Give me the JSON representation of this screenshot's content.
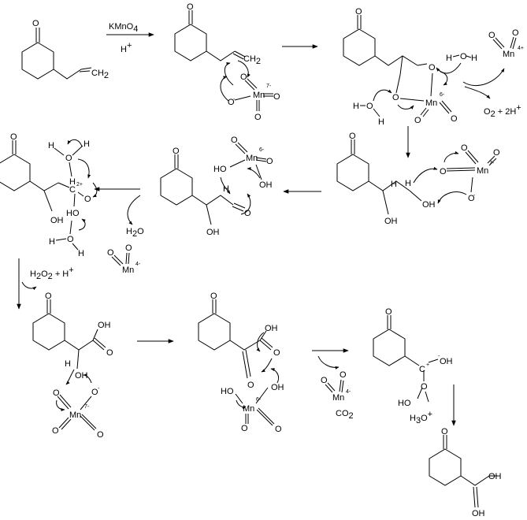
{
  "reagents": {
    "oxidant": "KMnO",
    "oxidant_sub": "4",
    "acid": "H",
    "acid_sup": "+"
  },
  "atoms": {
    "O": "O",
    "Mn": "Mn",
    "OH": "OH",
    "H": "H",
    "HO": "HO",
    "CH2": "CH",
    "CH2_sub": "2",
    "H2": "H",
    "C": "C"
  },
  "charges": {
    "mn7": "7-",
    "mn6": "6-",
    "mn4": "4-",
    "mn4plus": "4+",
    "c2plus": "2+",
    "cplus": "+",
    "minus": "-"
  },
  "byproducts": {
    "o2_2h": "O",
    "o2_2h_sub": "2",
    "o2_2h_rest": " + 2H",
    "o2_2h_sup": "+",
    "water": "H",
    "water_sub": "2",
    "water_rest": "O",
    "h2o2": "H",
    "h2o2_sub1": "2",
    "h2o2_mid": "O",
    "h2o2_sub2": "2",
    "h2o2_rest": " + H",
    "h2o2_sup": "+",
    "co2": "CO",
    "co2_sub": "2",
    "h3o": "H",
    "h3o_sub": "3",
    "h3o_mid": "O",
    "h3o_sup": "+"
  }
}
